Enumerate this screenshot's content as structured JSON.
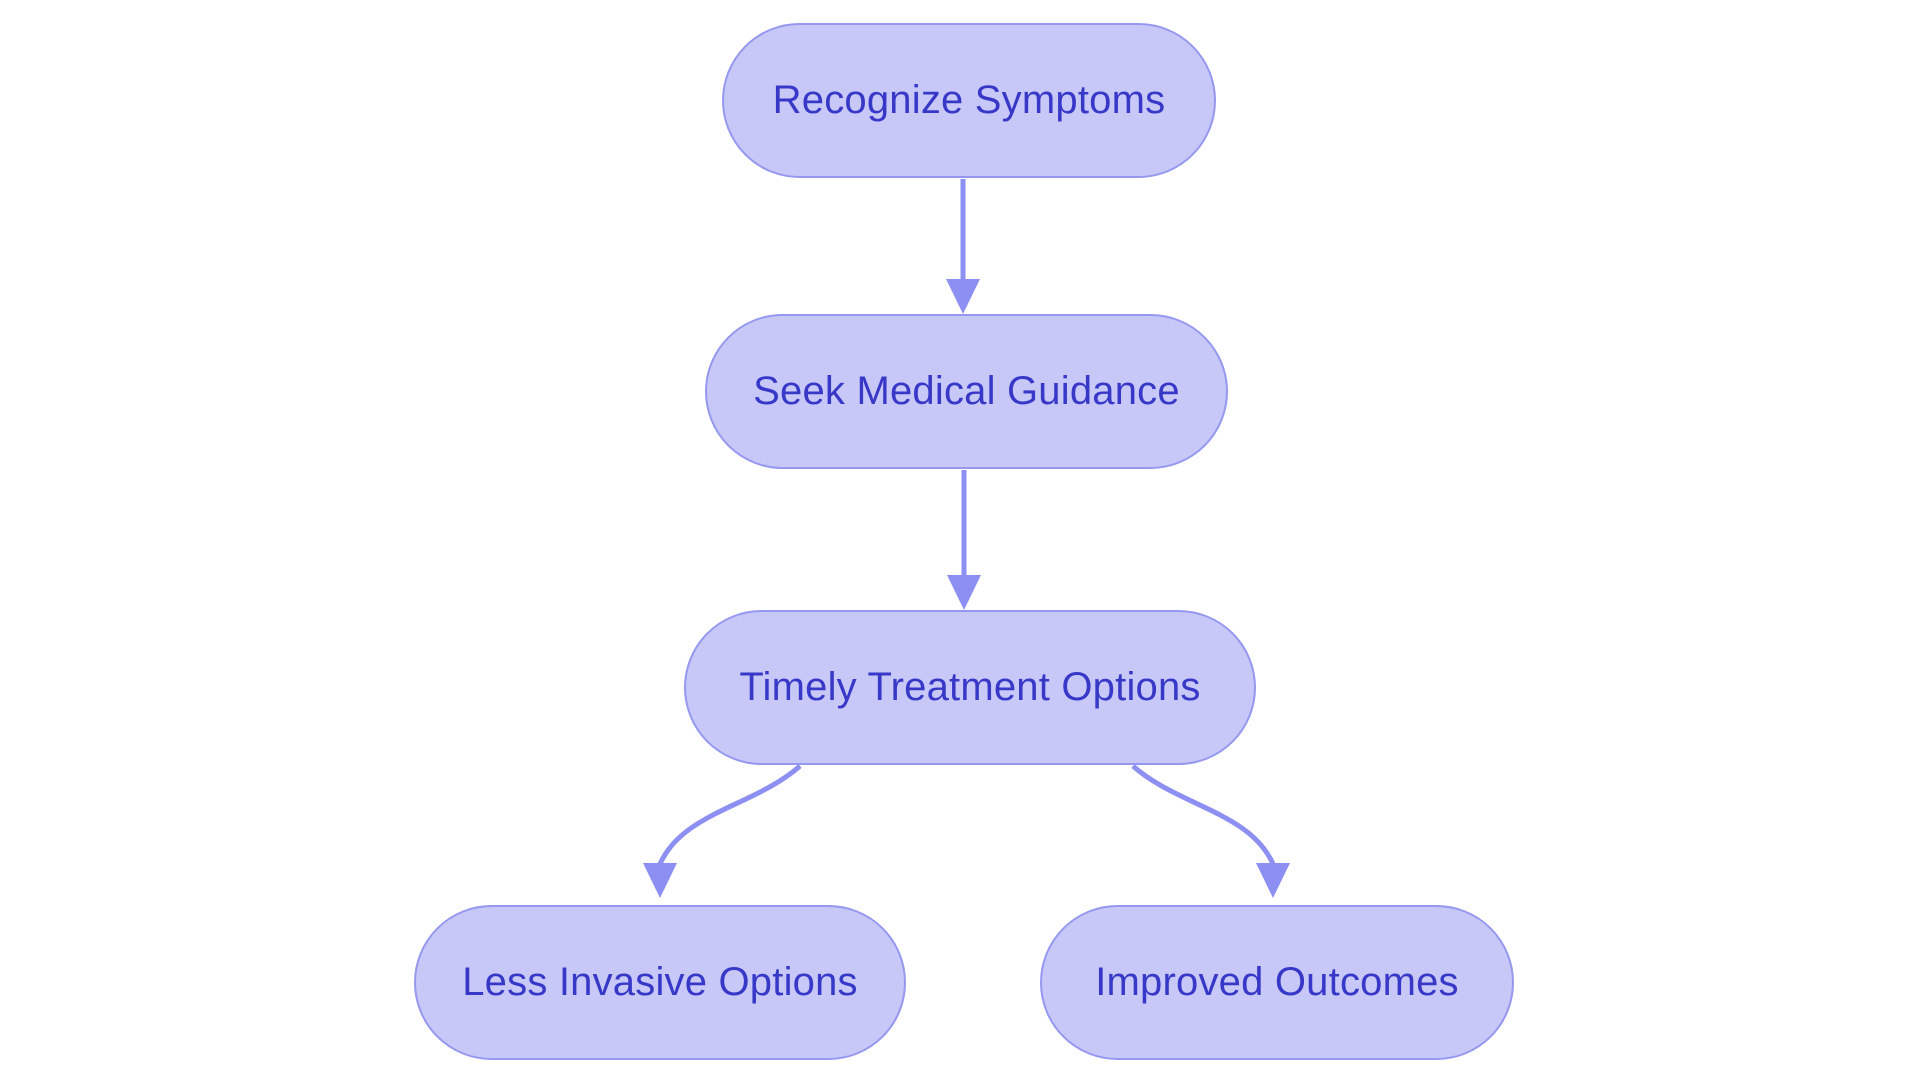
{
  "diagram": {
    "type": "flowchart",
    "direction": "top-down",
    "colors": {
      "background": "#ffffff",
      "node_fill": "#c7c8f8",
      "node_border": "#9598ee",
      "node_text": "#3838c8",
      "arrow": "#8d8ff2"
    },
    "nodes": [
      {
        "id": "recognize-symptoms",
        "label": "Recognize Symptoms"
      },
      {
        "id": "seek-medical-guidance",
        "label": "Seek Medical Guidance"
      },
      {
        "id": "timely-treatment-options",
        "label": "Timely Treatment Options"
      },
      {
        "id": "less-invasive-options",
        "label": "Less Invasive Options"
      },
      {
        "id": "improved-outcomes",
        "label": "Improved Outcomes"
      }
    ],
    "edges": [
      {
        "from": "Recognize Symptoms",
        "to": "Seek Medical Guidance"
      },
      {
        "from": "Seek Medical Guidance",
        "to": "Timely Treatment Options"
      },
      {
        "from": "Timely Treatment Options",
        "to": "Less Invasive Options"
      },
      {
        "from": "Timely Treatment Options",
        "to": "Improved Outcomes"
      }
    ]
  }
}
